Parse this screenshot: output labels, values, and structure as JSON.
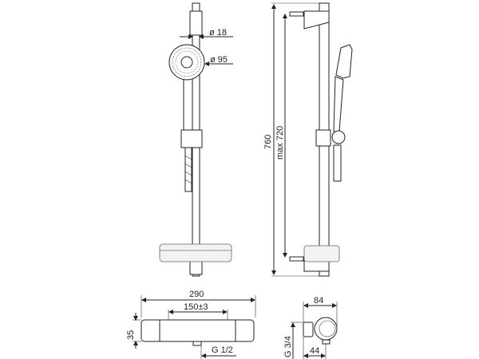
{
  "drawing": {
    "front_view": {
      "rail_diameter": "ø 18",
      "head_diameter": "ø 95"
    },
    "side_view": {
      "overall_height": "760",
      "fixing_distance": "max 720"
    },
    "thermostat_front": {
      "width": "290",
      "centers": "150±3",
      "height": "35",
      "outlet": "G 1/2"
    },
    "thermostat_side": {
      "depth": "84",
      "inlet": "G 3/4",
      "offset": "44"
    }
  }
}
